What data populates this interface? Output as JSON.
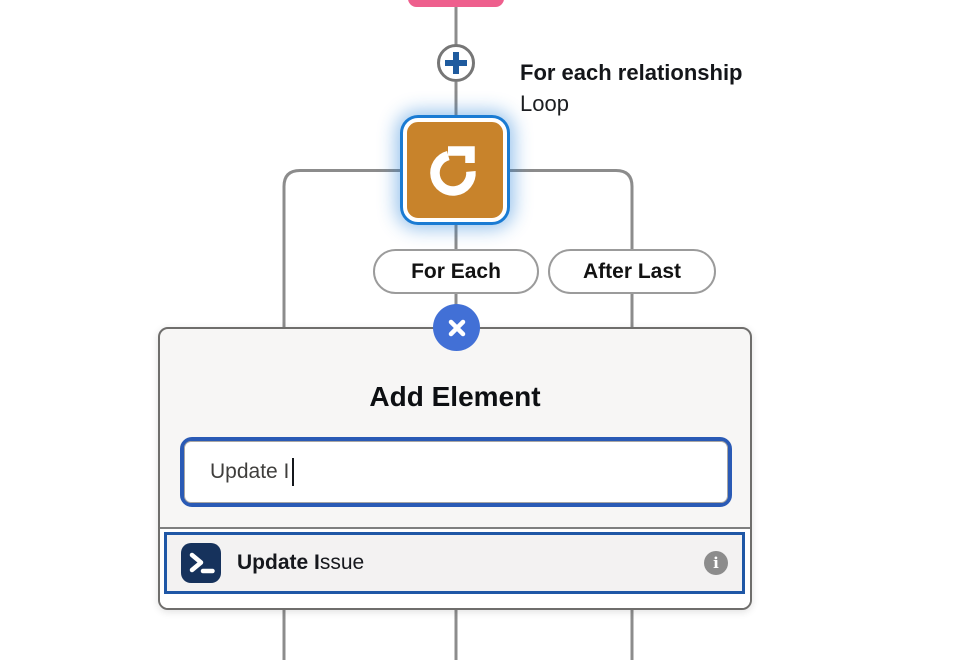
{
  "colors": {
    "pink_node": "#ee5f8d",
    "connector_gray": "#8c8c8c",
    "plus_blue": "#1f5b9e",
    "loop_orange": "#c8832b",
    "selection_blue": "#1a7bd3",
    "close_blue": "#4270d6",
    "focus_ring_blue": "#2a5ab5",
    "result_border_blue": "#1f57a6",
    "apex_icon_navy": "#16325c",
    "info_gray": "#8c8c8c"
  },
  "flow": {
    "loop_node": {
      "title": "For each relationship",
      "type_label": "Loop",
      "icon": "loop-refresh-icon"
    },
    "add_node_icon": "plus-icon",
    "branches": {
      "for_each_label": "For Each",
      "after_last_label": "After Last"
    }
  },
  "dialog": {
    "title": "Add Element",
    "close_icon": "close-x-icon",
    "search": {
      "value": "Update I"
    },
    "results": [
      {
        "icon": "apex-action-terminal-icon",
        "label_match": "Update I",
        "label_rest": "ssue",
        "trailing_icon": "info-icon"
      }
    ]
  }
}
